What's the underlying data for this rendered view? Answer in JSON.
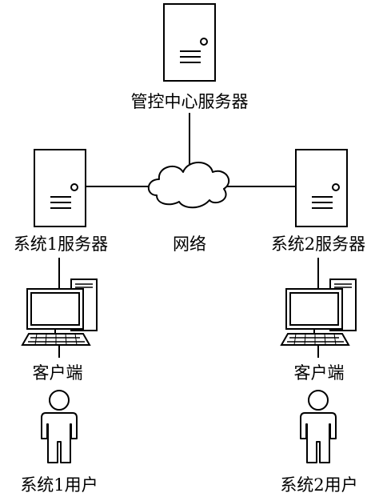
{
  "nodes": {
    "control_server": {
      "label": "管控中心服务器",
      "icon": "server-icon"
    },
    "network": {
      "label": "网络",
      "icon": "cloud-icon"
    },
    "system1_server": {
      "label": "系统1服务器",
      "icon": "server-icon"
    },
    "system2_server": {
      "label": "系统2服务器",
      "icon": "server-icon"
    },
    "system1_client": {
      "label": "客户端",
      "icon": "computer-icon"
    },
    "system2_client": {
      "label": "客户端",
      "icon": "computer-icon"
    },
    "system1_user": {
      "label": "系统1用户",
      "icon": "person-icon"
    },
    "system2_user": {
      "label": "系统2用户",
      "icon": "person-icon"
    }
  },
  "edges": [
    {
      "from": "control_server",
      "to": "network"
    },
    {
      "from": "system1_server",
      "to": "network"
    },
    {
      "from": "network",
      "to": "system2_server"
    },
    {
      "from": "system1_server",
      "to": "system1_client"
    },
    {
      "from": "system2_server",
      "to": "system2_client"
    },
    {
      "from": "system1_client",
      "to": "system1_user"
    },
    {
      "from": "system2_client",
      "to": "system2_user"
    }
  ],
  "colors": {
    "stroke": "#000000",
    "background": "#ffffff"
  }
}
